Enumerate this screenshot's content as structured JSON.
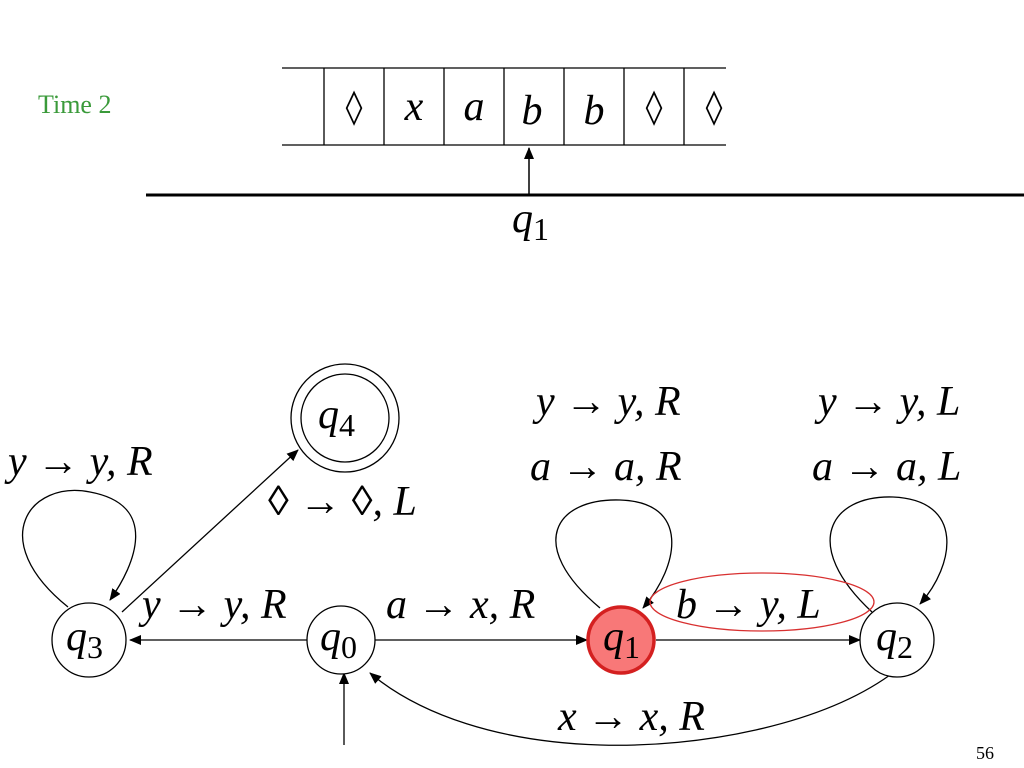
{
  "time_label": "Time 2",
  "colors": {
    "time_label": "#3a9a3a",
    "current_state_fill": "#f87878",
    "current_state_stroke": "#d42020",
    "highlight_ellipse": "#d83030"
  },
  "tape": {
    "cells": [
      "◊",
      "x",
      "a",
      "b",
      "b",
      "◊",
      "◊"
    ],
    "head_state": "q",
    "head_state_sub": "1"
  },
  "states": {
    "q0": {
      "name": "q",
      "sub": "0"
    },
    "q1": {
      "name": "q",
      "sub": "1",
      "current": true
    },
    "q2": {
      "name": "q",
      "sub": "2"
    },
    "q3": {
      "name": "q",
      "sub": "3"
    },
    "q4": {
      "name": "q",
      "sub": "4",
      "accepting": true
    }
  },
  "labels": {
    "q3_loop": "y → y, R",
    "q3_q4": "◊ → ◊, L",
    "q0_q3": "y → y, R",
    "q0_q1": "a → x, R",
    "q1_loop_1": "y → y, R",
    "q1_loop_2": "a → a, R",
    "q1_q2": "b → y, L",
    "q2_loop_1": "y → y, L",
    "q2_loop_2": "a → a, L",
    "q2_q0": "x → x, R"
  },
  "page_number": "56"
}
